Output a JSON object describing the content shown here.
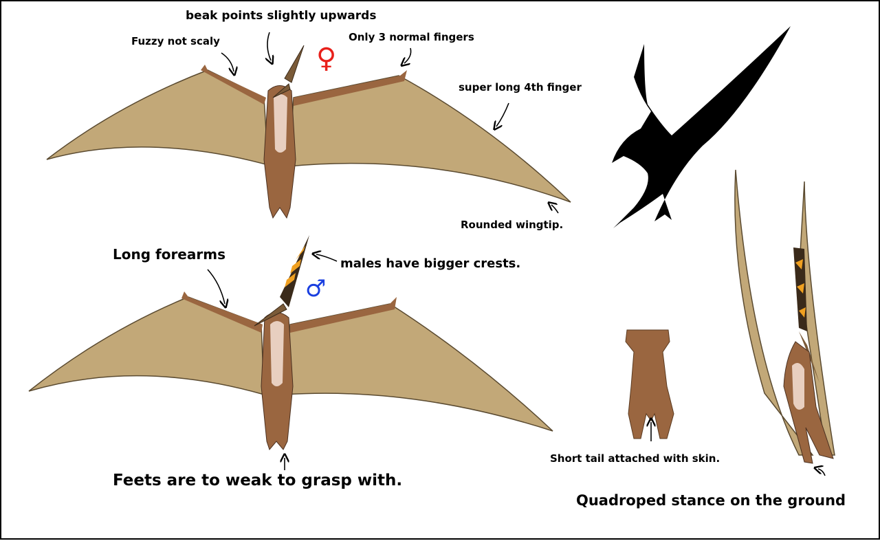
{
  "annotations": {
    "beak": "beak points slightly upwards",
    "fuzzy": "Fuzzy not scaly",
    "fingers": "Only 3 normal fingers",
    "fourth_finger": "super long 4th finger",
    "wingtip": "Rounded wingtip.",
    "forearms": "Long forearms",
    "crests": "males have bigger crests.",
    "feet": "Feets are to weak to grasp with.",
    "tail": "Short tail attached with skin.",
    "stance": "Quadroped stance on the ground"
  },
  "symbols": {
    "female": "♀",
    "male": "♂",
    "female_color": "#e8201a",
    "male_color": "#1a3fe0"
  },
  "colors": {
    "wing": "#c2a878",
    "skin": "#9a6640",
    "belly": "#e8cfc0",
    "crest_orange": "#f0a020",
    "crest_dark": "#3a2a1a"
  }
}
